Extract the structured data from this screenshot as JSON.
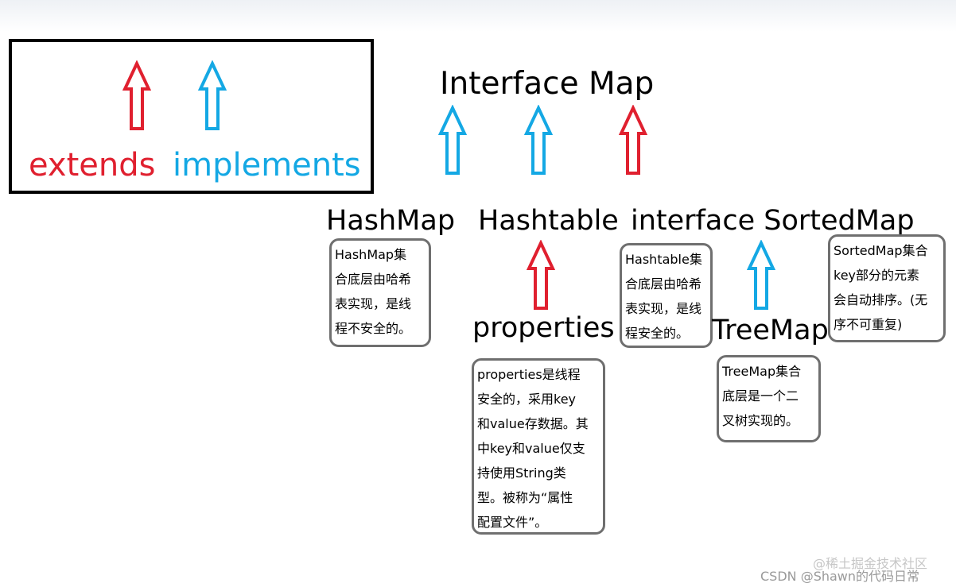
{
  "legend": {
    "extends_label": "extends",
    "implements_label": "implements"
  },
  "colors": {
    "extends": "#e0202f",
    "implements": "#14a8e4"
  },
  "nodes": {
    "interface_map": "Interface Map",
    "hashmap": "HashMap",
    "hashtable": "Hashtable",
    "sorted_map": "interface SortedMap",
    "properties": "properties",
    "treemap": "TreeMap"
  },
  "notes": {
    "hashmap": [
      "HashMap集",
      "合底层由哈希",
      "表实现，是线",
      "程不安全的。"
    ],
    "hashtable": [
      "Hashtable集",
      "合底层由哈希",
      "表实现，是线",
      "程安全的。"
    ],
    "sortedmap": [
      "SortedMap集合",
      "key部分的元素",
      "会自动排序。(无",
      "序不可重复)"
    ],
    "properties": [
      "properties是线程",
      "安全的，采用key",
      "和value存数据。其",
      "中key和value仅支",
      "持使用String类",
      "型。被称为“属性",
      "配置文件”。"
    ],
    "treemap": [
      "TreeMap集合",
      "底层是一个二",
      "叉树实现的。"
    ]
  },
  "watermarks": {
    "top": "@稀土掘金技术社区",
    "bottom": "CSDN @Shawn的代码日常"
  }
}
